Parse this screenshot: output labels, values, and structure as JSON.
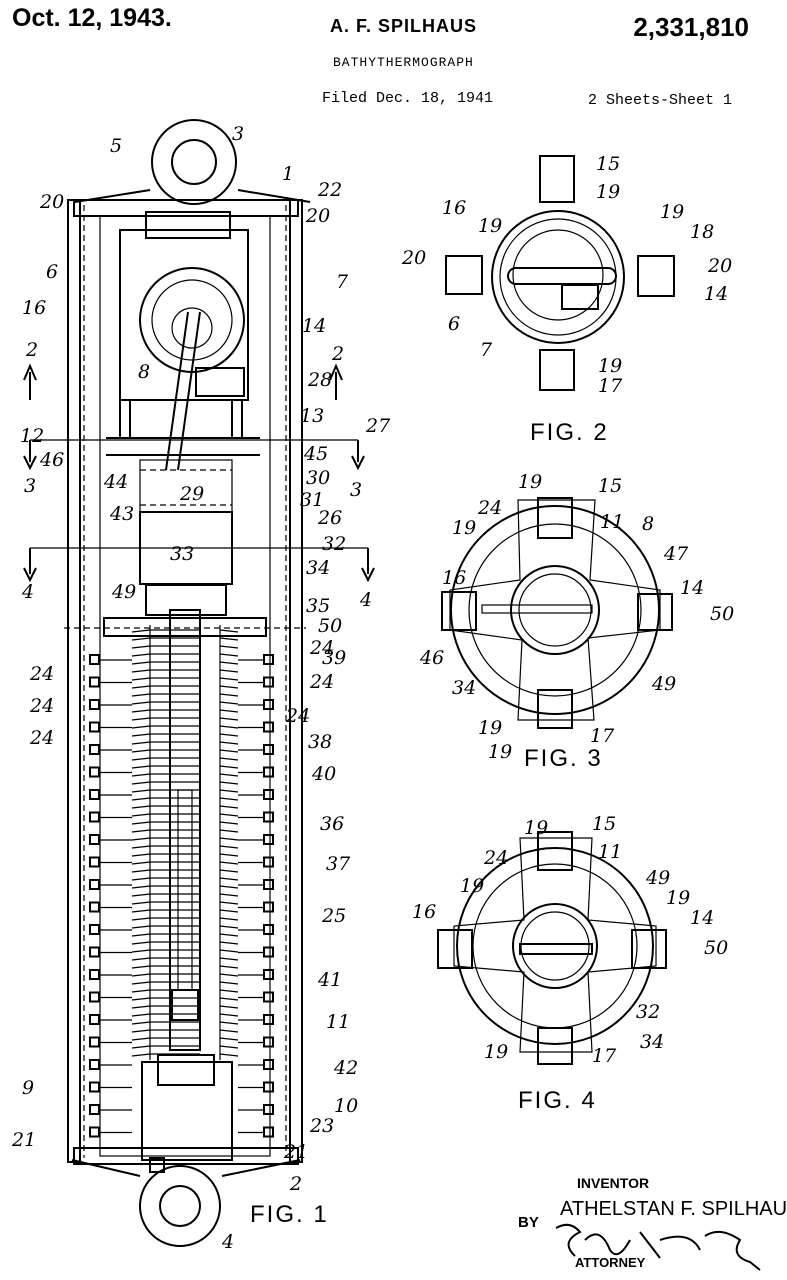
{
  "header": {
    "date": "Oct. 12, 1943.",
    "inventor_heading": "A. F. SPILHAUS",
    "patent_number": "2,331,810",
    "title": "BATHYTHERMOGRAPH",
    "filed": "Filed Dec. 18, 1941",
    "sheets": "2 Sheets-Sheet 1"
  },
  "figures": {
    "fig1": "FIG. 1",
    "fig2": "FIG. 2",
    "fig3": "FIG. 3",
    "fig4": "FIG. 4"
  },
  "labels": {
    "fig1": [
      "1",
      "2",
      "3",
      "4",
      "5",
      "6",
      "7",
      "8",
      "9",
      "10",
      "11",
      "12",
      "13",
      "14",
      "16",
      "20",
      "20",
      "21",
      "21",
      "22",
      "23",
      "24",
      "24",
      "24",
      "24",
      "24",
      "24",
      "25",
      "26",
      "27",
      "28",
      "29",
      "30",
      "31",
      "32",
      "33",
      "34",
      "35",
      "36",
      "37",
      "38",
      "39",
      "40",
      "41",
      "42",
      "43",
      "44",
      "45",
      "46",
      "49",
      "50",
      "2",
      "2",
      "3",
      "3",
      "4",
      "4"
    ],
    "fig2": [
      "15",
      "19",
      "16",
      "19",
      "19",
      "18",
      "20",
      "20",
      "14",
      "6",
      "7",
      "19",
      "17"
    ],
    "fig3": [
      "19",
      "15",
      "24",
      "11",
      "8",
      "47",
      "19",
      "16",
      "14",
      "50",
      "46",
      "34",
      "49",
      "19",
      "19",
      "17"
    ],
    "fig4": [
      "19",
      "15",
      "24",
      "11",
      "49",
      "19",
      "16",
      "19",
      "14",
      "50",
      "32",
      "34",
      "19",
      "17"
    ]
  },
  "signature_block": {
    "inventor_label": "INVENTOR",
    "inventor_name": "ATHELSTAN F. SPILHAUS",
    "by": "BY",
    "attorney_label": "ATTORNEY"
  }
}
